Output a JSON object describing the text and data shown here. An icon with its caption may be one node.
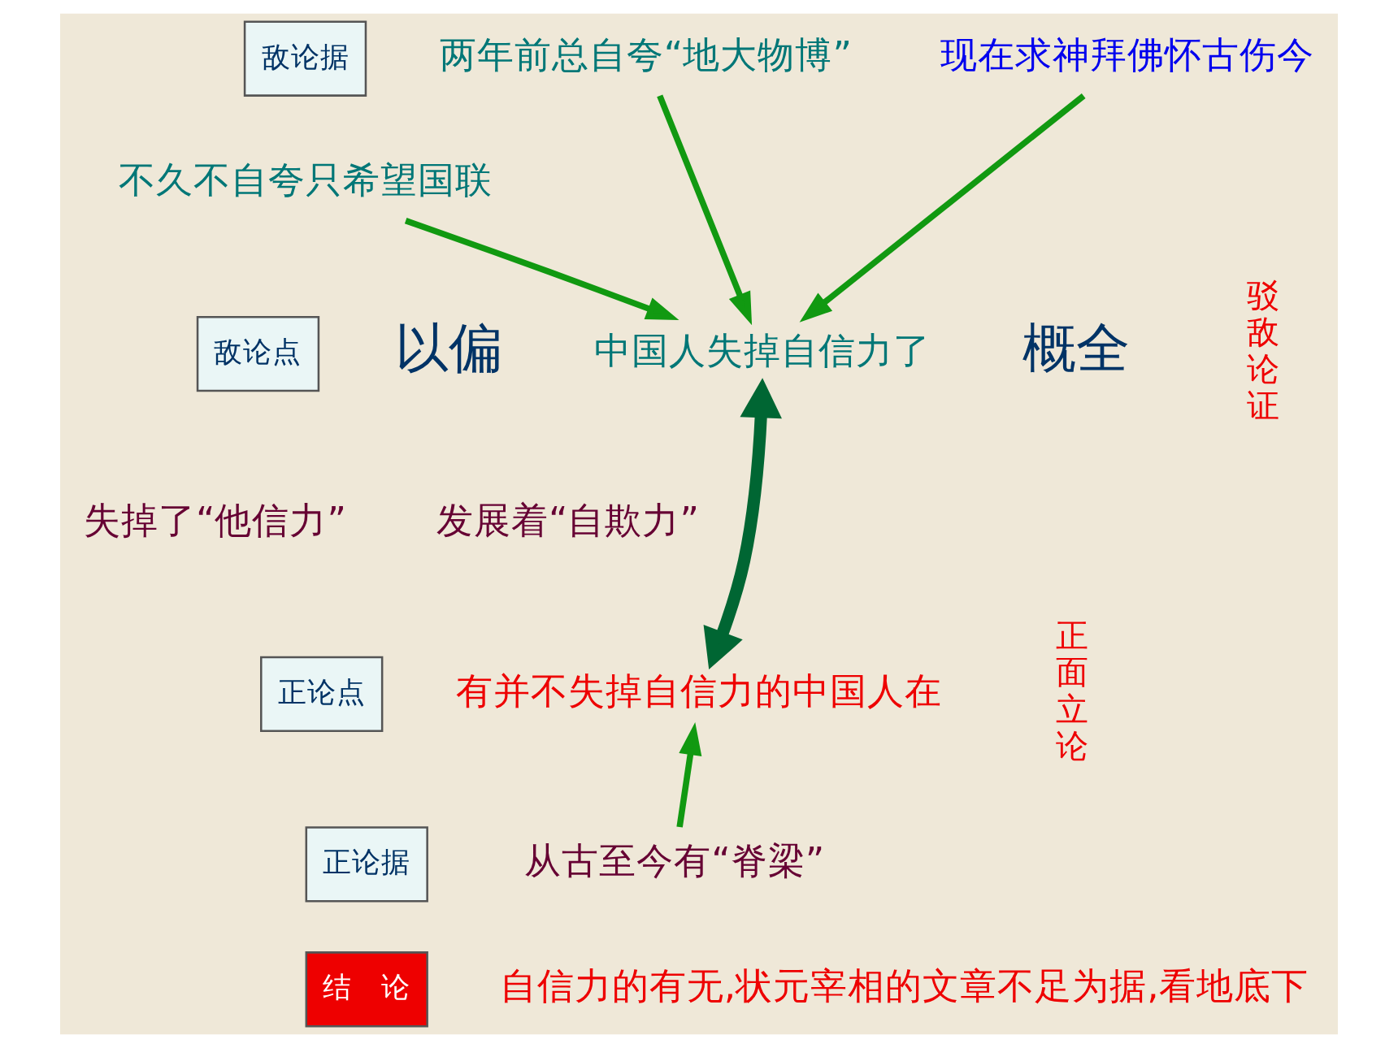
{
  "diagram": {
    "nodes": [
      {
        "text": [
          "敌论据"
        ]
      },
      {
        "text": [
          "敌论点"
        ]
      },
      {
        "text": [
          "正论点"
        ]
      },
      {
        "text": [
          "正论据"
        ]
      },
      {
        "text": [
          "结　论"
        ]
      },
      {
        "text": [
          "两年前总自夸“地大物博”"
        ]
      },
      {
        "text": [
          "现在求神拜佛怀古伤今"
        ]
      },
      {
        "text": [
          "不久不自夸只希望国联"
        ]
      },
      {
        "text": [
          "中国人失掉自信力了"
        ]
      },
      {
        "text": [
          "有并不失掉自信力的中国人在"
        ]
      },
      {
        "text": [
          "从古至今有“脊梁”"
        ]
      },
      {
        "text": [
          "自信力的有无,状元宰相的文章不足为据,看地底下"
        ]
      }
    ],
    "edges": [
      {
        "from": 5,
        "to": 8,
        "arrow": "to"
      },
      {
        "from": 7,
        "to": 8,
        "arrow": "to"
      },
      {
        "from": 6,
        "to": 8,
        "arrow": "to"
      },
      {
        "from": 8,
        "to": 9,
        "arrow": "both",
        "style": "thick",
        "color": "#006633"
      },
      {
        "from": 10,
        "to": 9,
        "arrow": "to"
      }
    ],
    "labels": [
      "以偏",
      "概全",
      "失掉了“他信力”",
      "发展着“自欺力”",
      "驳敌论证",
      "正面立论"
    ]
  }
}
